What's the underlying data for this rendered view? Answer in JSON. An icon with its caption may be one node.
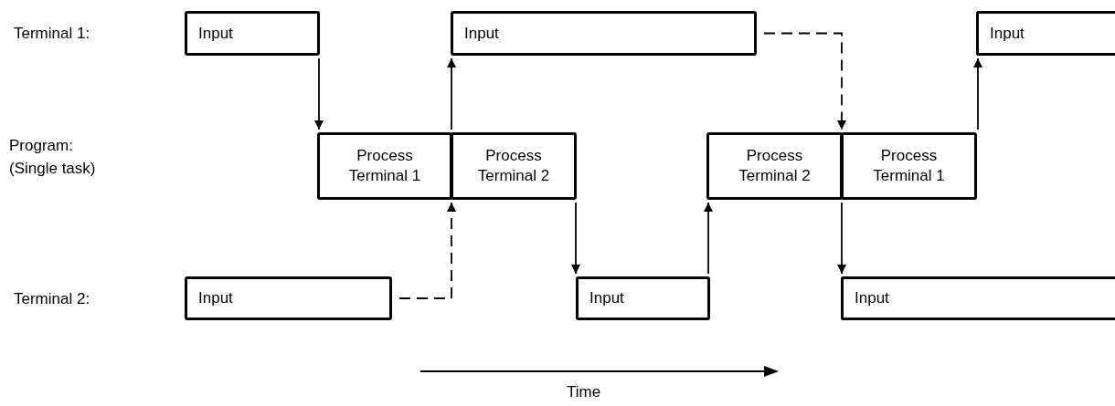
{
  "diagram": {
    "nodes": [
      {
        "text": [
          "Input"
        ]
      },
      {
        "text": [
          "Input"
        ]
      },
      {
        "text": [
          "Input"
        ]
      },
      {
        "text": [
          "Process Terminal 1"
        ]
      },
      {
        "text": [
          "Process Terminal 2"
        ]
      },
      {
        "text": [
          "Process Terminal 2"
        ]
      },
      {
        "text": [
          "Process Terminal 1"
        ]
      },
      {
        "text": [
          "Input"
        ]
      },
      {
        "text": [
          "Input"
        ]
      },
      {
        "text": [
          "Input"
        ]
      }
    ],
    "edges": [
      {
        "from": 0,
        "to": 3,
        "arrow": "to"
      },
      {
        "from": 3,
        "to": 1,
        "arrow": "to"
      },
      {
        "from": 7,
        "to": 4,
        "arrow": "to",
        "style": "dashed"
      },
      {
        "from": 4,
        "to": 8,
        "arrow": "to"
      },
      {
        "from": 8,
        "to": 5,
        "arrow": "to"
      },
      {
        "from": 1,
        "to": 6,
        "arrow": "to",
        "style": "dashed"
      },
      {
        "from": 6,
        "to": 2,
        "arrow": "to"
      },
      {
        "from": 5,
        "to": 9,
        "arrow": "to"
      }
    ],
    "labels": [
      "Terminal 1:",
      "Program: (Single task)",
      "Terminal 2:",
      "Time"
    ]
  }
}
